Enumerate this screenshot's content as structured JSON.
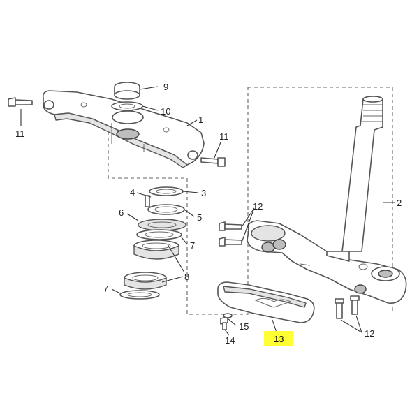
{
  "callouts": {
    "c1": "1",
    "c2": "2",
    "c3": "3",
    "c4": "4",
    "c5": "5",
    "c6": "6",
    "c7a": "7",
    "c7b": "7",
    "c8": "8",
    "c9": "9",
    "c10": "10",
    "c11a": "11",
    "c11b": "11",
    "c12a": "12",
    "c12b": "12",
    "c13": "13",
    "c14": "14",
    "c15": "15"
  },
  "highlight": {
    "part": "13",
    "color": "#ffff33"
  }
}
